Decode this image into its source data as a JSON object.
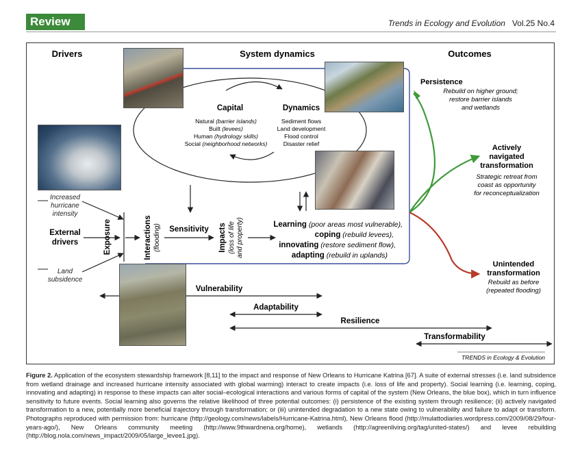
{
  "header": {
    "badge": "Review",
    "journal": "Trends in Ecology and Evolution",
    "volume": "Vol.25 No.4"
  },
  "figure": {
    "columns": {
      "drivers": "Drivers",
      "system": "System dynamics",
      "outcomes": "Outcomes"
    },
    "capital": {
      "title": "Capital",
      "items": [
        {
          "label": "Natural",
          "detail": "(barrier islands)"
        },
        {
          "label": "Built",
          "detail": "(levees)"
        },
        {
          "label": "Human",
          "detail": "(hydrology skills)"
        },
        {
          "label": "Social",
          "detail": "(neighborhood networks)"
        }
      ]
    },
    "dynamics": {
      "title": "Dynamics",
      "items": [
        "Sediment flows",
        "Land development",
        "Flood control",
        "Disaster relief"
      ]
    },
    "drivers": {
      "hurricane": [
        "Increased",
        "hurricane",
        "intensity"
      ],
      "external": [
        "External",
        "drivers"
      ],
      "land": [
        "Land",
        "subsidence"
      ]
    },
    "process": {
      "exposure": "Exposure",
      "interactions": "Interactions",
      "interactions_sub": "(flooding)",
      "sensitivity": "Sensitivity",
      "impacts": "Impacts",
      "impacts_sub1": "(loss of life",
      "impacts_sub2": "and property)"
    },
    "learning": {
      "line1_bold": "Learning",
      "line1_rest": " (poor areas most vulnerable),",
      "line2_bold": "coping",
      "line2_rest": " (rebuild levees),",
      "line3_bold": "innovating",
      "line3_rest": " (restore sediment flow),",
      "line4_bold": "adapting",
      "line4_rest": " (rebuild in uplands)"
    },
    "outcomes": {
      "persistence": {
        "title": "Persistence",
        "lines": [
          "Rebuild on higher ground;",
          "restore barrier islands",
          "and wetlands"
        ]
      },
      "actively": {
        "title": [
          "Actively",
          "navigated",
          "transformation"
        ],
        "lines": [
          "Strategic retreat from",
          "coast as opportunity",
          "for reconceptualization"
        ]
      },
      "unintended": {
        "title": [
          "Unintended",
          "transformation"
        ],
        "lines": [
          "Rebuild as before",
          "(repeated flooding)"
        ]
      }
    },
    "spans": {
      "vulnerability": "Vulnerability",
      "adaptability": "Adaptability",
      "resilience": "Resilience",
      "transformability": "Transformability"
    },
    "credit": "TRENDS in Ecology & Evolution",
    "colors": {
      "green_arrow": "#3f9a3a",
      "red_arrow": "#b73a2a",
      "badge": "#3d8a3a"
    }
  },
  "caption": {
    "label": "Figure 2.",
    "text": " Application of the ecosystem stewardship framework [8,11] to the impact and response of New Orleans to Hurricane Katrina [67]. A suite of external stresses (i.e. land subsidence from wetland drainage and increased hurricane intensity associated with global warming) interact to create impacts (i.e. loss of life and property). Social learning (i.e. learning, coping, innovating and adapting) in response to these impacts can alter social–ecological interactions and various forms of capital of the system (New Orleans, the blue box), which in turn influence sensitivity to future events. Social learning also governs the relative likelihood of three potential outcomes: (i) persistence of the existing system through resilience; (ii) actively navigated transformation to a new, potentially more beneficial trajectory through transformation; or (iii) unintended degradation to a new state owing to vulnerability and failure to adapt or transform. Photographs reproduced with permission from: hurricane (http://geology.com/news/labels/Hurricane-Katrina.html), New Orleans flood (http://mulattodiaries.wordpress.com/2009/08/29/four-years-ago/), New Orleans community meeting (http://www.9thwardnena.org/home), wetlands (http://agreenliving.org/tag/united-states/) and levee rebuilding (http://blog.nola.com/news_impact/2009/05/large_levee1.jpg)."
  }
}
